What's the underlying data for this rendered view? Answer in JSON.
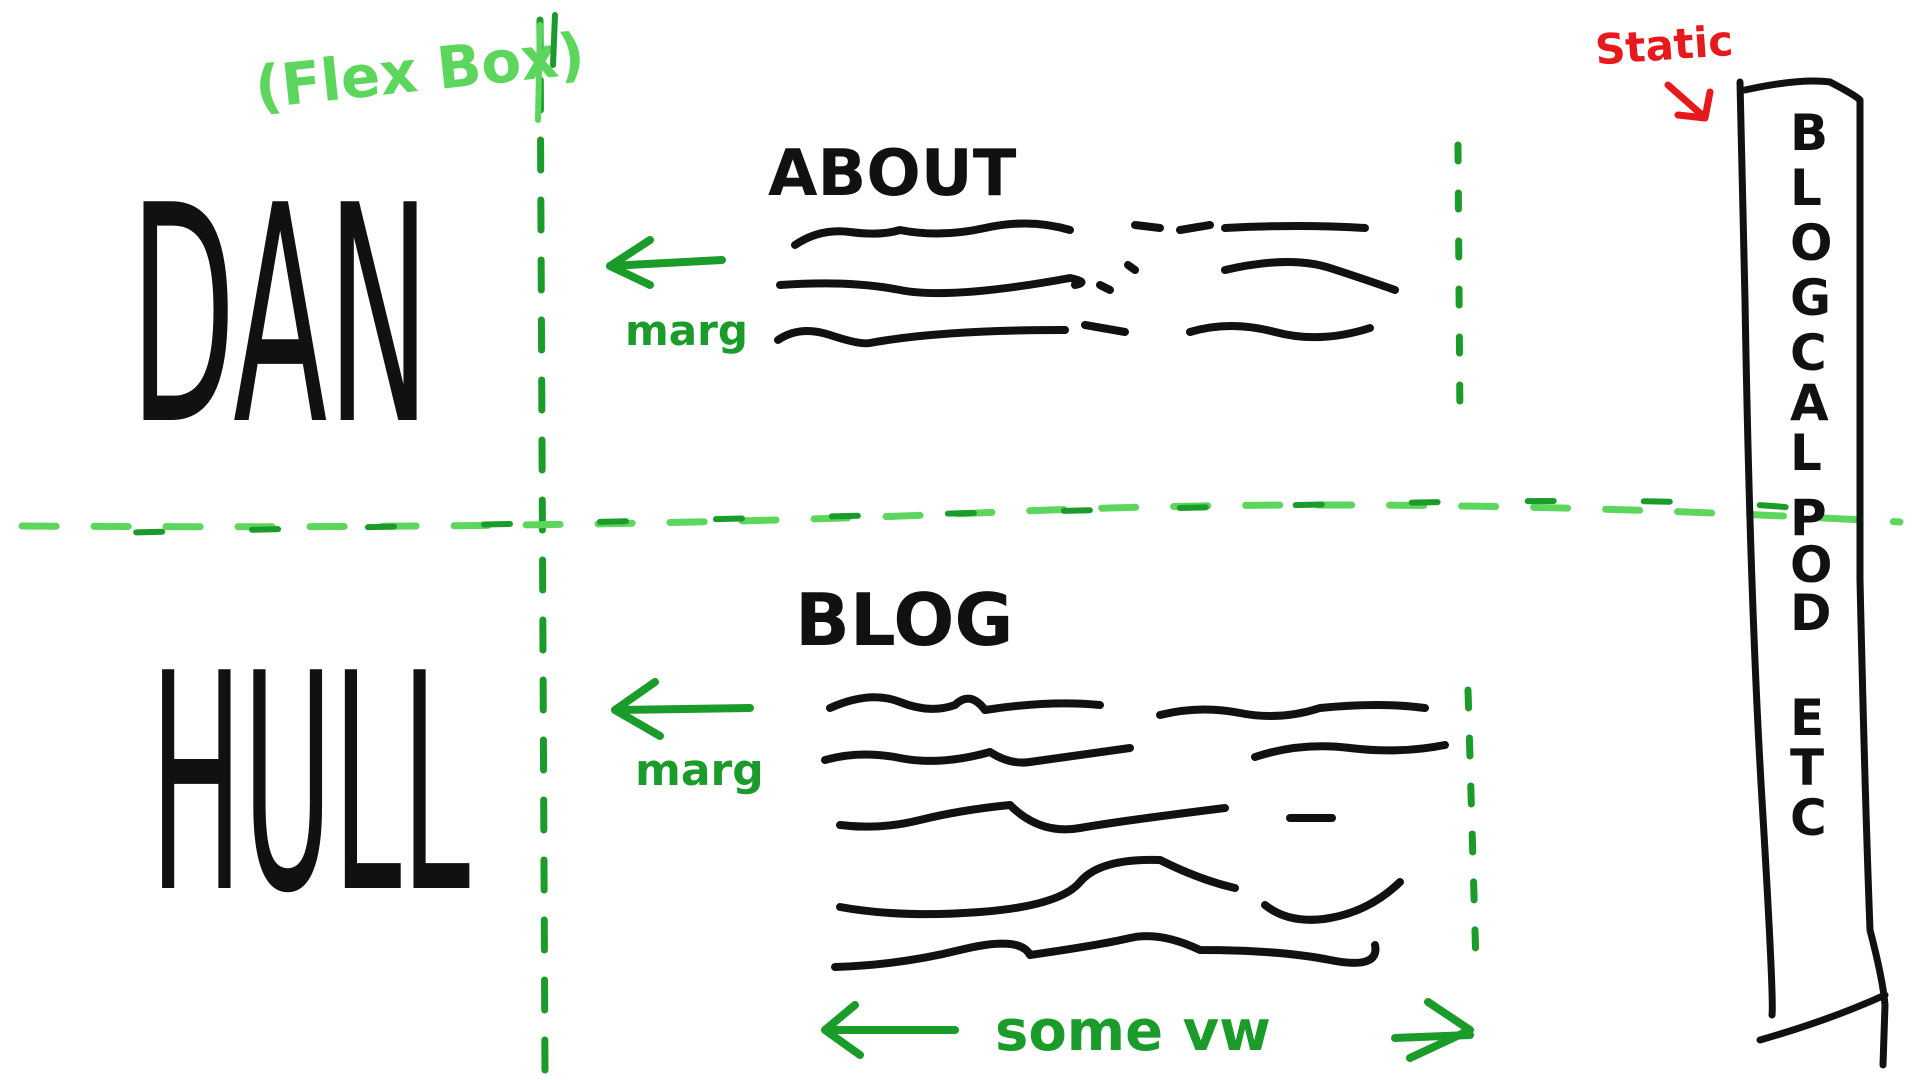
{
  "annotations": {
    "flexbox": "(Flex Box)",
    "static": "Static",
    "marg_top": "marg",
    "marg_bottom": "marg",
    "some_vw": "some vw"
  },
  "logo": {
    "line1": "DAN",
    "line2": "HULL"
  },
  "sections": {
    "about": {
      "heading": "ABOUT"
    },
    "blog": {
      "heading": "BLOG"
    }
  },
  "sidebar": {
    "nav_text": "BLOG CAL POD ETC",
    "letters": [
      "B",
      "L",
      "O",
      "G",
      "C",
      "A",
      "L",
      "P",
      "O",
      "D",
      "E",
      "T",
      "C"
    ]
  },
  "colors": {
    "ink": "#111111",
    "green": "#1a9b2a",
    "light_green": "#5cd65c",
    "red": "#e8191c",
    "background": "#ffffff"
  }
}
